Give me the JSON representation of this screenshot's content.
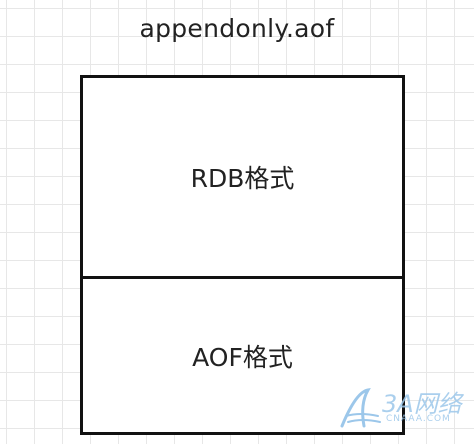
{
  "diagram": {
    "file_label": "appendonly.aof",
    "sections": [
      {
        "label": "RDB格式"
      },
      {
        "label": "AOF格式"
      }
    ]
  },
  "watermark": {
    "text": "3A网络",
    "sub": "CNAAA.COM"
  },
  "colors": {
    "grid": "#e7e7e7",
    "border": "#111111",
    "text": "#222222",
    "watermark": "#9cc7ea"
  }
}
